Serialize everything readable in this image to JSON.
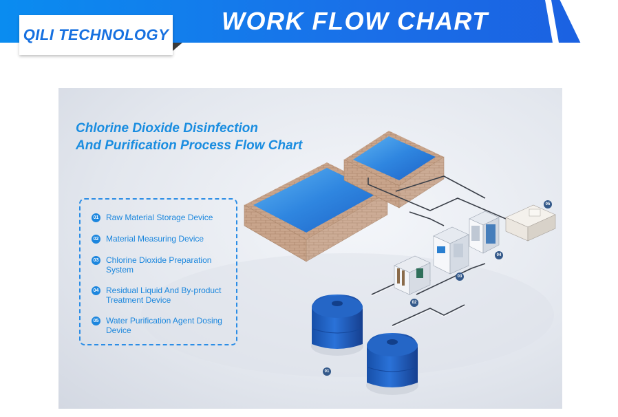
{
  "banner": {
    "title": "WORK FLOW CHART"
  },
  "brand": {
    "name": "QILI TECHNOLOGY"
  },
  "diagram": {
    "title_line1": "Chlorine Dioxide Disinfection",
    "title_line2": "And Purification Process Flow Chart",
    "legend": [
      {
        "num": "01",
        "label": "Raw Material Storage Device"
      },
      {
        "num": "02",
        "label": "Material Measuring Device"
      },
      {
        "num": "03",
        "label": "Chlorine Dioxide Preparation System"
      },
      {
        "num": "04",
        "label": "Residual Liquid And By-product Treatment Device"
      },
      {
        "num": "05",
        "label": "Water Purification Agent Dosing Device"
      }
    ],
    "tags": [
      "01",
      "02",
      "03",
      "04",
      "05"
    ]
  },
  "colors": {
    "accent": "#1a6fe8",
    "title_blue": "#1a8de0",
    "tank_blue": "#1d5fc8",
    "brick": "#c9a58c",
    "water": "#2f86e0"
  }
}
